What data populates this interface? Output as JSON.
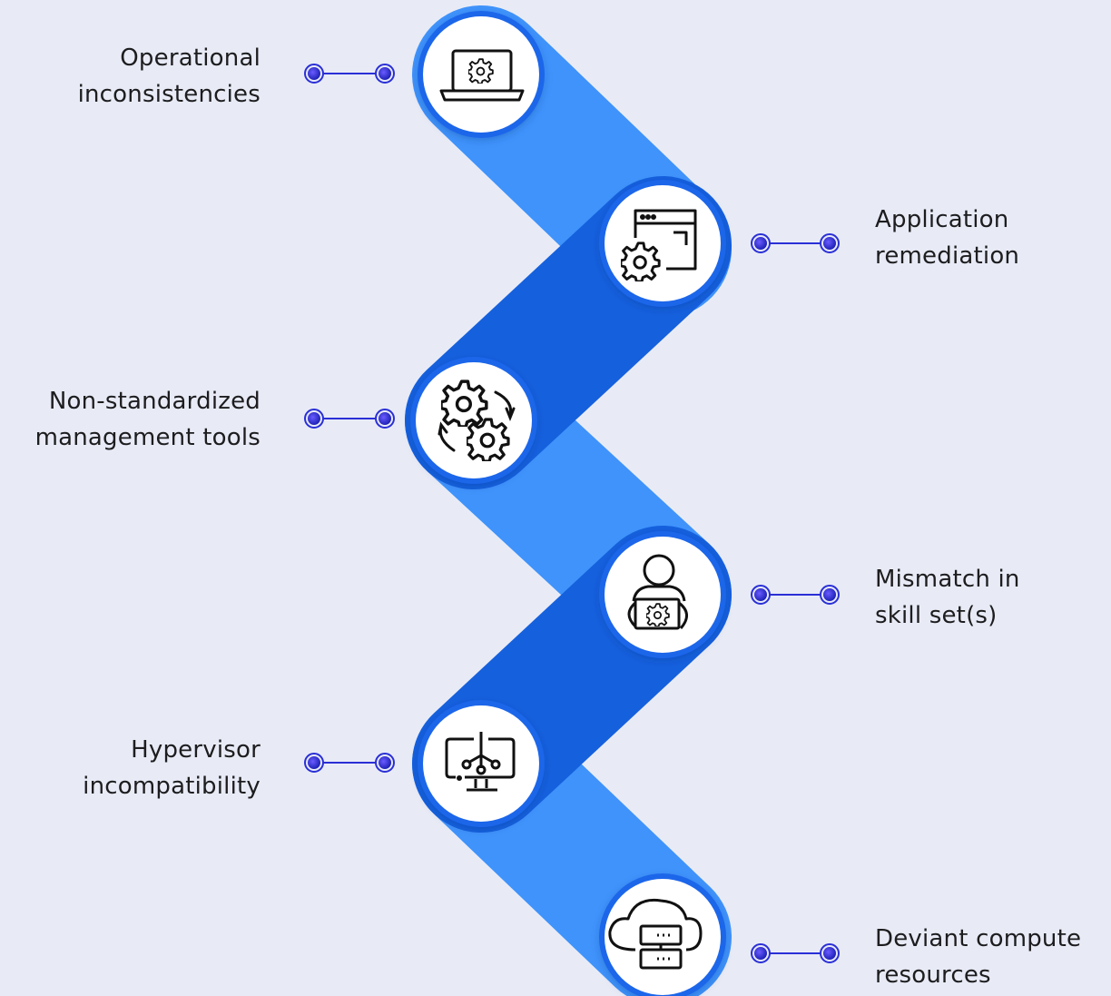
{
  "colors": {
    "background": "#e8ebf6",
    "band_light": "#3f93fb",
    "band_dark": "#1560dd",
    "circle_ring": "#1a66ea",
    "connector_dot": "#2a2fd6",
    "text": "#1d1d1f"
  },
  "steps": [
    {
      "side": "left",
      "icon": "laptop-gear-icon",
      "line1": "Operational",
      "line2": "inconsistencies"
    },
    {
      "side": "right",
      "icon": "browser-window-gear-icon",
      "line1": "Application",
      "line2": "remediation"
    },
    {
      "side": "left",
      "icon": "rotating-gears-icon",
      "line1": "Non-standardized",
      "line2": "management tools"
    },
    {
      "side": "right",
      "icon": "person-laptop-gear-icon",
      "line1": "Mismatch in",
      "line2": "skill set(s)"
    },
    {
      "side": "left",
      "icon": "monitor-network-icon",
      "line1": "Hypervisor",
      "line2": "incompatibility"
    },
    {
      "side": "right",
      "icon": "cloud-server-icon",
      "line1": "Deviant compute",
      "line2": "resources"
    }
  ]
}
